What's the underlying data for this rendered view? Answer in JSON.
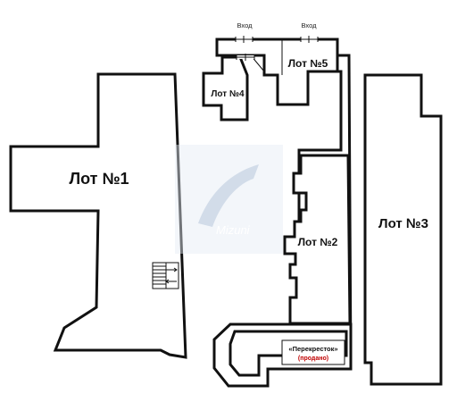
{
  "plan": {
    "entrances": [
      {
        "label": "Вход"
      },
      {
        "label": "Вход"
      }
    ],
    "lots": [
      {
        "id": "lot1",
        "label": "Лот №1"
      },
      {
        "id": "lot2",
        "label": "Лот №2"
      },
      {
        "id": "lot3",
        "label": "Лот №3"
      },
      {
        "id": "lot4",
        "label": "Лот №4"
      },
      {
        "id": "lot5",
        "label": "Лот №5"
      }
    ],
    "store": {
      "name": "«Перекресток»",
      "status": "(продано)"
    },
    "watermark": {
      "text": "Mizuni"
    },
    "colors": {
      "walls": "#111111",
      "sold": "#c00000",
      "watermark": "#9db3cf"
    }
  }
}
